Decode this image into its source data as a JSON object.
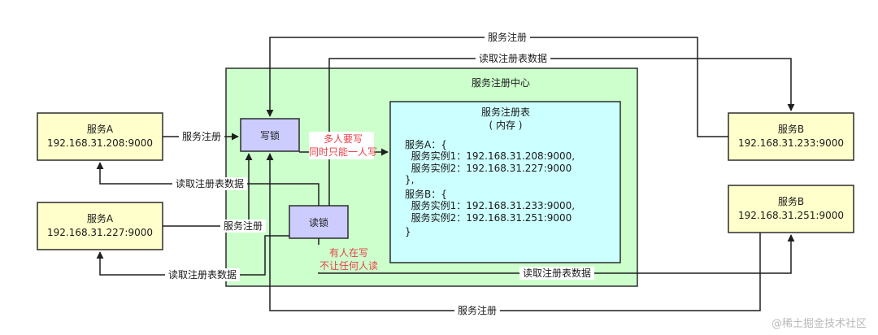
{
  "registry_center": {
    "title": "服务注册中心"
  },
  "registry_table": {
    "title": "服务注册表",
    "subtitle": "( 内存 )",
    "lines": [
      "服务A：{",
      "  服务实例1：192.168.31.208:9000,",
      "  服务实例2：192.168.31.227:9000",
      "},",
      "服务B：{",
      "  服务实例1：192.168.31.233:9000,",
      "  服务实例2：192.168.31.251:9000",
      "}"
    ]
  },
  "write_lock": {
    "label": "写锁"
  },
  "read_lock": {
    "label": "读锁"
  },
  "service_a1": {
    "name": "服务A",
    "address": "192.168.31.208:9000"
  },
  "service_a2": {
    "name": "服务A",
    "address": "192.168.31.227:9000"
  },
  "service_b1": {
    "name": "服务B",
    "address": "192.168.31.233:9000"
  },
  "service_b2": {
    "name": "服务B",
    "address": "192.168.31.251:9000"
  },
  "edge_labels": {
    "register_top": "服务注册",
    "read_top": "读取注册表数据",
    "register_a1": "服务注册",
    "read_a1": "读取注册表数据",
    "register_a2": "服务注册",
    "read_a2": "读取注册表数据",
    "read_b2": "读取注册表数据",
    "register_bottom": "服务注册"
  },
  "notes": {
    "write_note_line1": "多人要写",
    "write_note_line2": "同时只能一人写",
    "read_note_line1": "有人在写",
    "read_note_line2": "不让任何人读"
  },
  "watermark": "@稀土掘金技术社区",
  "colors": {
    "registry_fill": "#ccffcc",
    "registry_stroke": "#2d2d2d",
    "table_fill": "#ccffff",
    "lock_fill": "#ccccff",
    "service_fill": "#ffffcc",
    "note_text": "#e8414a",
    "arrow": "#1f1f1f"
  }
}
